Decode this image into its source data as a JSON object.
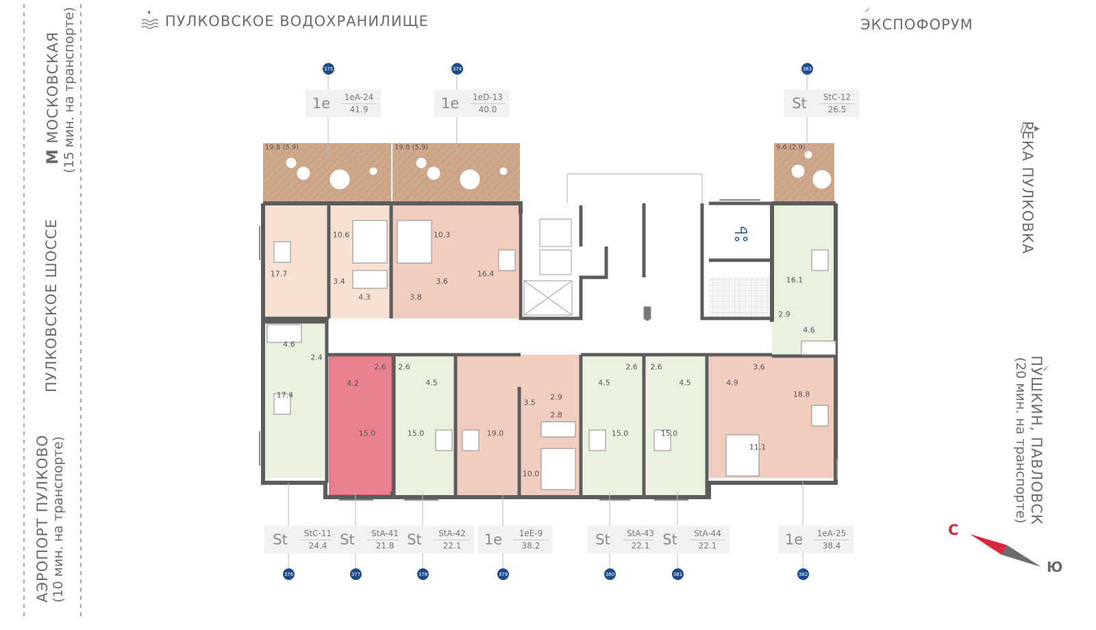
{
  "landmarks": {
    "north_reservoir": "ПУЛКОВСКОЕ  ВОДОХРАНИЛИЩЕ",
    "expoforum": "ЭКСПОФОРУМ",
    "metro_line1": "МОСКОВСКАЯ",
    "metro_line2": "(15 мин. на транспорте)",
    "highway": "ПУЛКОВСКОЕ  ШОССЕ",
    "airport_line1": "АЭРОПОРТ  ПУЛКОВО",
    "airport_line2": "(10 мин. на транспорте)",
    "river": "РЕКА ПУЛКОВКА",
    "pushkin_line1": "ПУШКИН,  ПАВЛОВСК",
    "pushkin_line2": "(20 мин. на транспорте)"
  },
  "compass": {
    "north": "С",
    "south": "Ю"
  },
  "apartments": [
    {
      "type": "1e",
      "code": "1eA-24",
      "area": "41.9",
      "number": "375"
    },
    {
      "type": "1e",
      "code": "1eD-13",
      "area": "40.0",
      "number": "374"
    },
    {
      "type": "St",
      "code": "StC-12",
      "area": "26.5",
      "number": "383"
    },
    {
      "type": "St",
      "code": "StC-11",
      "area": "24.4",
      "number": "376"
    },
    {
      "type": "St",
      "code": "StA-41",
      "area": "21.8",
      "number": "377"
    },
    {
      "type": "St",
      "code": "StA-42",
      "area": "22.1",
      "number": "378"
    },
    {
      "type": "1e",
      "code": "1eE-9",
      "area": "38.2",
      "number": "379"
    },
    {
      "type": "St",
      "code": "StA-43",
      "area": "22.1",
      "number": "380"
    },
    {
      "type": "St",
      "code": "StA-44",
      "area": "22.1",
      "number": "381"
    },
    {
      "type": "1e",
      "code": "1eA-25",
      "area": "38.4",
      "number": "382"
    }
  ],
  "terraces": [
    "19.8 (5.9)",
    "19.8 (5.9)",
    "9.6 (2.9)"
  ],
  "room_areas": [
    "17.7",
    "10.6",
    "3.4",
    "4.3",
    "10.3",
    "3.8",
    "3.6",
    "16.4",
    "4.6",
    "2.4",
    "17.4",
    "4.2",
    "2.6",
    "15.0",
    "2.6",
    "4.5",
    "15.0",
    "19.0",
    "3.5",
    "2.9",
    "2.8",
    "10.0",
    "4.5",
    "2.6",
    "15.0",
    "2.6",
    "4.5",
    "15.0",
    "4.9",
    "3.6",
    "11.1",
    "18.8",
    "16.1",
    "2.9",
    "4.6"
  ],
  "colors": {
    "selected": "#e8808f",
    "green": "#e9f2df",
    "peach": "#f8e1d3",
    "salmon": "#f1cdbf",
    "terrace": "#cfa88c",
    "wall": "#5c5c5c",
    "badge": "#1f4a8c",
    "compass_red": "#d7263d"
  }
}
